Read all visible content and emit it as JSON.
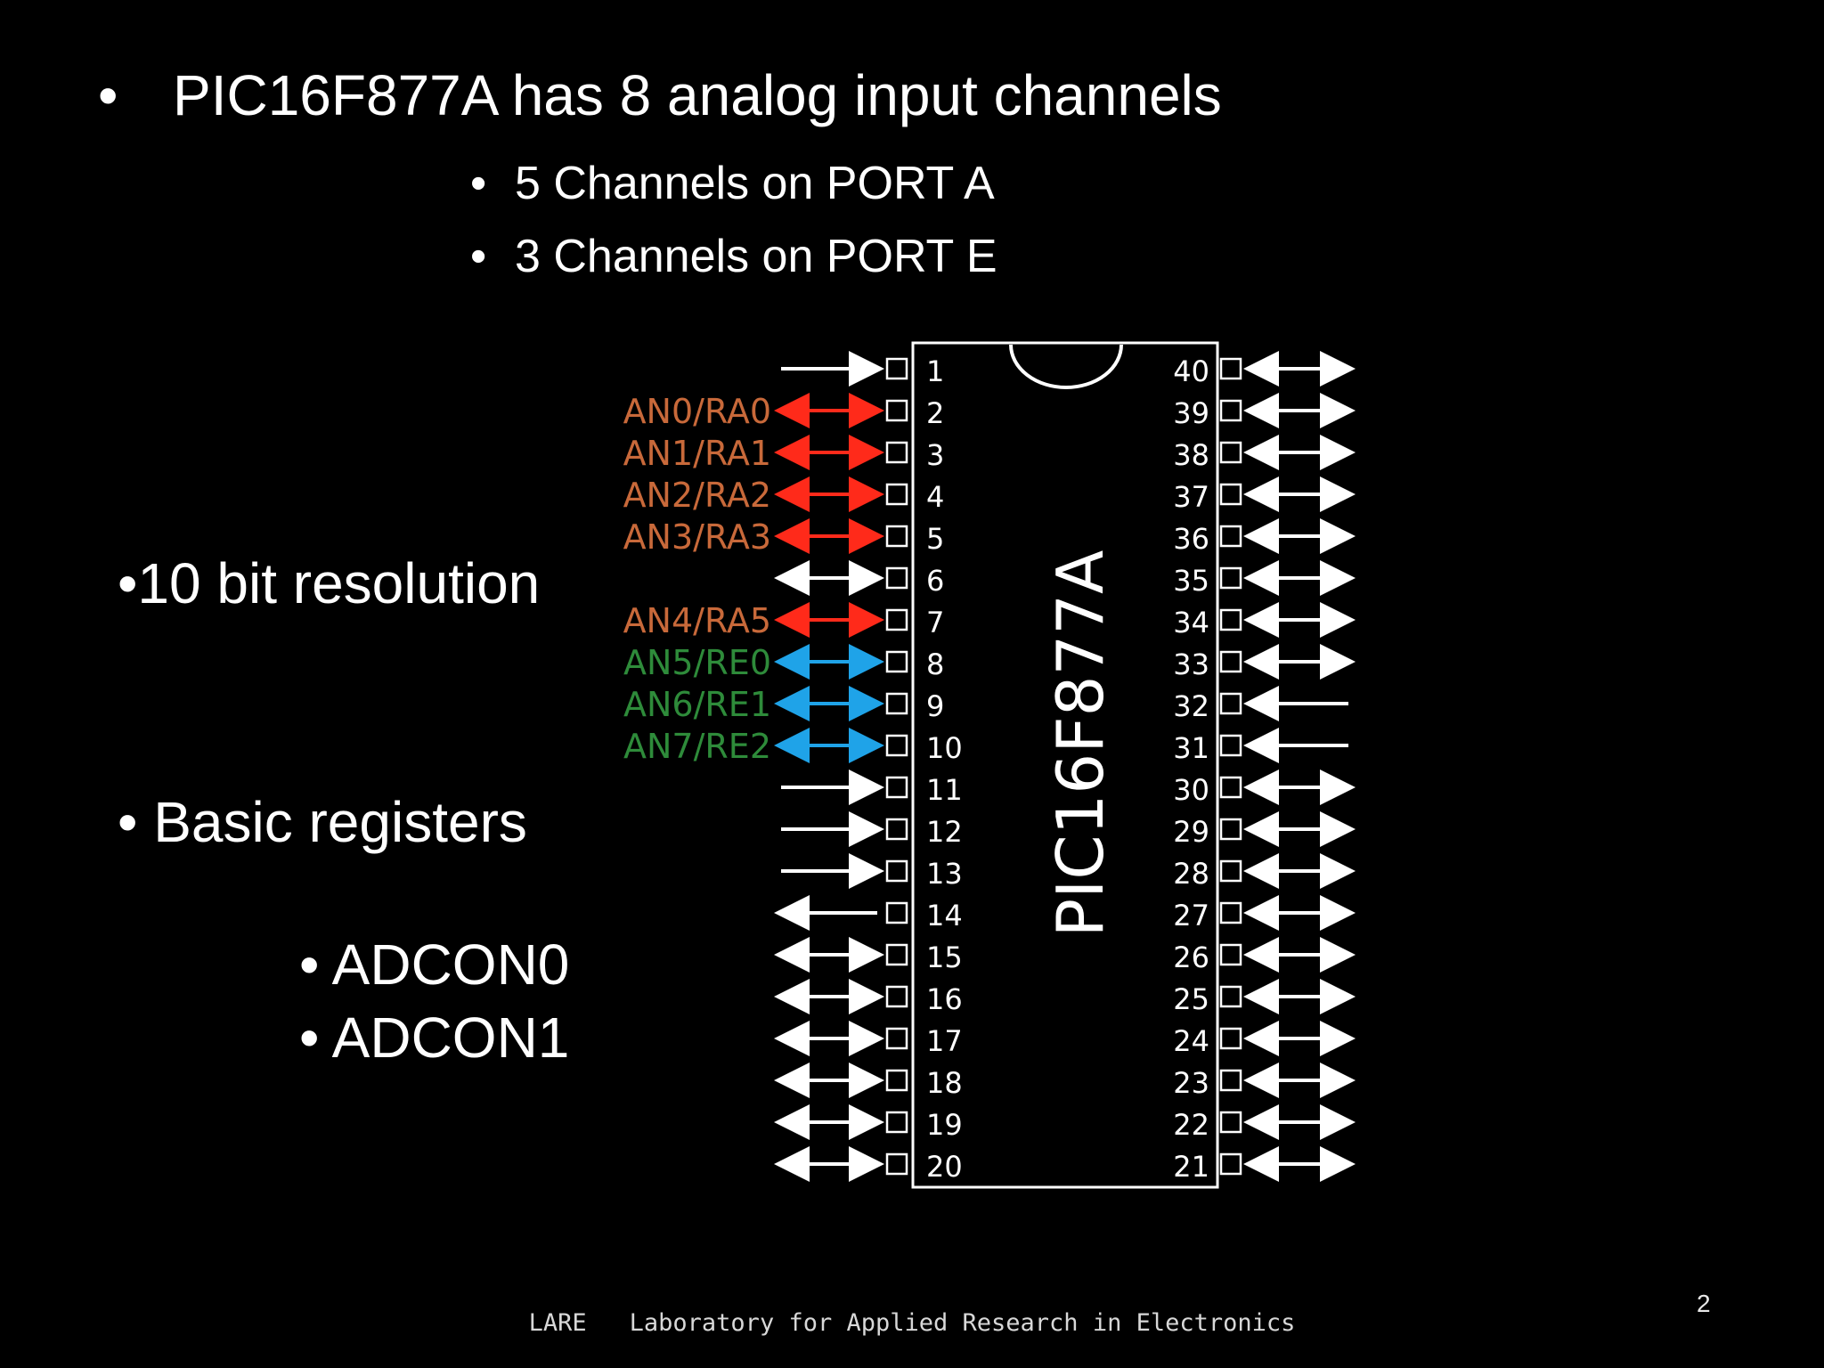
{
  "slide": {
    "title": "PIC16F877A has 8 analog input channels",
    "sub_bullets": [
      "5 Channels on PORT A",
      "3 Channels on PORT E"
    ],
    "resolution": "10 bit resolution",
    "registers_heading": "Basic registers",
    "registers": [
      "ADCON0",
      "ADCON1"
    ],
    "footer": {
      "org": "LARE",
      "name": "Laboratory for Applied Research in Electronics"
    },
    "page_number": "2",
    "bullet_glyph": "•"
  },
  "chip": {
    "label": "PIC16F877A",
    "pins_left": [
      {
        "num": "1",
        "label": "",
        "dir": "in",
        "color": "white"
      },
      {
        "num": "2",
        "label": "AN0/RA0",
        "dir": "bi",
        "color": "red"
      },
      {
        "num": "3",
        "label": "AN1/RA1",
        "dir": "bi",
        "color": "red"
      },
      {
        "num": "4",
        "label": "AN2/RA2",
        "dir": "bi",
        "color": "red"
      },
      {
        "num": "5",
        "label": "AN3/RA3",
        "dir": "bi",
        "color": "red"
      },
      {
        "num": "6",
        "label": "",
        "dir": "bi",
        "color": "white"
      },
      {
        "num": "7",
        "label": "AN4/RA5",
        "dir": "bi",
        "color": "red"
      },
      {
        "num": "8",
        "label": "AN5/RE0",
        "dir": "bi",
        "color": "blue"
      },
      {
        "num": "9",
        "label": "AN6/RE1",
        "dir": "bi",
        "color": "blue"
      },
      {
        "num": "10",
        "label": "AN7/RE2",
        "dir": "bi",
        "color": "blue"
      },
      {
        "num": "11",
        "label": "",
        "dir": "in",
        "color": "white"
      },
      {
        "num": "12",
        "label": "",
        "dir": "in",
        "color": "white"
      },
      {
        "num": "13",
        "label": "",
        "dir": "in",
        "color": "white"
      },
      {
        "num": "14",
        "label": "",
        "dir": "out",
        "color": "white"
      },
      {
        "num": "15",
        "label": "",
        "dir": "bi",
        "color": "white"
      },
      {
        "num": "16",
        "label": "",
        "dir": "bi",
        "color": "white"
      },
      {
        "num": "17",
        "label": "",
        "dir": "bi",
        "color": "white"
      },
      {
        "num": "18",
        "label": "",
        "dir": "bi",
        "color": "white"
      },
      {
        "num": "19",
        "label": "",
        "dir": "bi",
        "color": "white"
      },
      {
        "num": "20",
        "label": "",
        "dir": "bi",
        "color": "white"
      }
    ],
    "pins_right": [
      {
        "num": "40",
        "dir": "bi"
      },
      {
        "num": "39",
        "dir": "bi"
      },
      {
        "num": "38",
        "dir": "bi"
      },
      {
        "num": "37",
        "dir": "bi"
      },
      {
        "num": "36",
        "dir": "bi"
      },
      {
        "num": "35",
        "dir": "bi"
      },
      {
        "num": "34",
        "dir": "bi"
      },
      {
        "num": "33",
        "dir": "bi"
      },
      {
        "num": "32",
        "dir": "in"
      },
      {
        "num": "31",
        "dir": "in"
      },
      {
        "num": "30",
        "dir": "bi"
      },
      {
        "num": "29",
        "dir": "bi"
      },
      {
        "num": "28",
        "dir": "bi"
      },
      {
        "num": "27",
        "dir": "bi"
      },
      {
        "num": "26",
        "dir": "bi"
      },
      {
        "num": "25",
        "dir": "bi"
      },
      {
        "num": "24",
        "dir": "bi"
      },
      {
        "num": "23",
        "dir": "bi"
      },
      {
        "num": "22",
        "dir": "bi"
      },
      {
        "num": "21",
        "dir": "bi"
      }
    ]
  },
  "colors": {
    "background": "#000000",
    "text": "#ffffff",
    "porta_label": "#c8693a",
    "porte_label": "#2e8b3a",
    "red_arrow": "#ff2a1a",
    "blue_arrow": "#1fa3e8",
    "white_arrow": "#ffffff"
  }
}
